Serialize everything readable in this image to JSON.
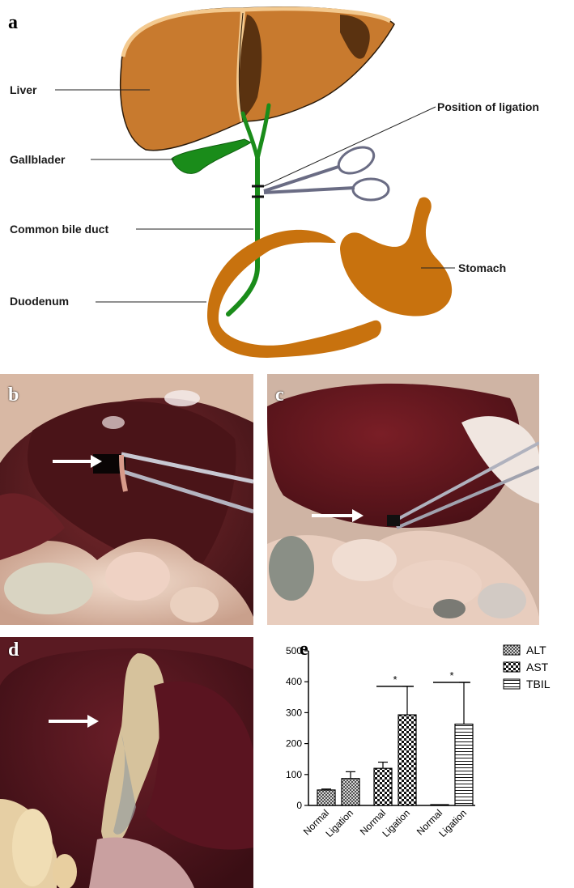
{
  "panel_a": {
    "letter": "a",
    "labels": {
      "liver": "Liver",
      "gallbladder": "Gallblader",
      "common_bile_duct": "Common bile duct",
      "duodenum": "Duodenum",
      "position_of_ligation": "Position of ligation",
      "stomach": "Stomach"
    }
  },
  "panel_b": {
    "letter": "b"
  },
  "panel_c": {
    "letter": "c"
  },
  "panel_d": {
    "letter": "d"
  },
  "panel_e": {
    "letter": "e",
    "significance_marker": "*"
  },
  "colors": {
    "liver": "#c87a2e",
    "liver_dark": "#5a3210",
    "bile_duct": "#1a8c1a",
    "duodenum": "#c8720e",
    "liver_photo": "#5a1a22",
    "intestine_photo": "#e6c8b4"
  },
  "chart_data": {
    "type": "bar",
    "categories": [
      "Normal",
      "Ligation",
      "Normal",
      "Ligation",
      "Normal",
      "Ligation"
    ],
    "series": [
      {
        "name": "ALT",
        "pattern": "crosshatch",
        "values": [
          50,
          87,
          null,
          null,
          null,
          null
        ],
        "errors": [
          3,
          22,
          null,
          null,
          null,
          null
        ]
      },
      {
        "name": "AST",
        "pattern": "checker",
        "values": [
          null,
          null,
          120,
          293,
          null,
          null
        ],
        "errors": [
          null,
          null,
          20,
          92,
          null,
          null
        ]
      },
      {
        "name": "TBIL",
        "pattern": "horizontal-lines",
        "values": [
          null,
          null,
          null,
          null,
          2,
          263
        ],
        "errors": [
          null,
          null,
          null,
          null,
          0,
          135
        ]
      }
    ],
    "yticks": [
      "0",
      "100",
      "200",
      "300",
      "400",
      "500"
    ],
    "ylim": [
      0,
      500
    ],
    "legend": [
      "ALT",
      "AST",
      "TBIL"
    ],
    "legend_position": "top-right",
    "significance": [
      {
        "between": [
          "Normal",
          "Ligation"
        ],
        "group": "AST",
        "label": "*"
      },
      {
        "between": [
          "Normal",
          "Ligation"
        ],
        "group": "TBIL",
        "label": "*"
      }
    ]
  }
}
